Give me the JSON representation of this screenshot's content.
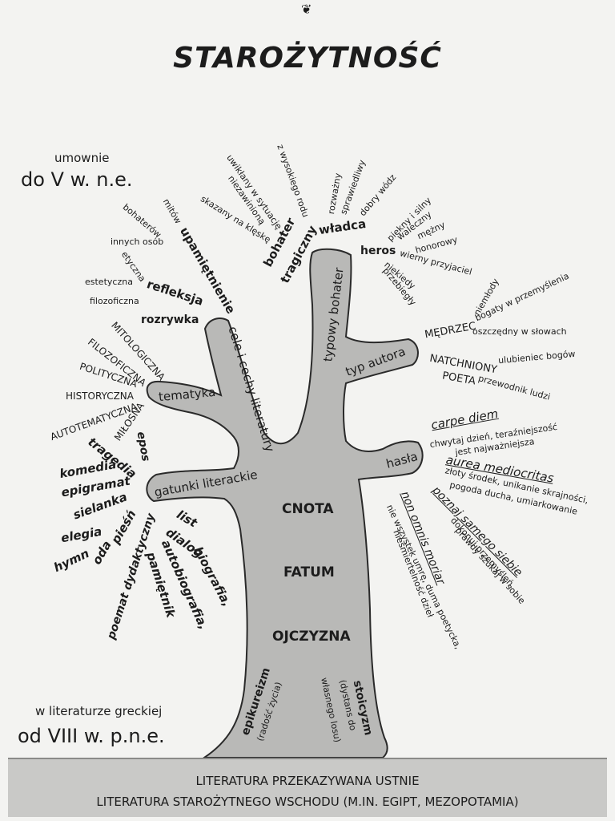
{
  "title": "STAROŻYTNOŚĆ",
  "era_top": {
    "small": "umownie",
    "big": "do V w. n.e."
  },
  "era_bottom": {
    "small": "w literaturze greckiej",
    "big": "od VIII w. p.n.e."
  },
  "trunk": [
    "CNOTA",
    "FATUM",
    "OJCZYZNA"
  ],
  "roots": {
    "epikureizm": "epikureizm",
    "epikureizm_note": "(radość życia)",
    "stoicyzm": "stoicyzm",
    "stoicyzm_note": "(dystans do",
    "stoicyzm_note2": "własnego losu)"
  },
  "branches": {
    "cele": "cele i cechy literatury",
    "typowy": "typowy bohater",
    "typ_autora": "typ autora",
    "tematyka": "tematyka",
    "gatunki": "gatunki literackie",
    "hasla": "hasła"
  },
  "cele_items": {
    "upamietnienie": "upamiętnienie",
    "mitow": "mitów",
    "bohaterow": "bohaterów",
    "innych_osob": "innych osób",
    "refleksja": "refleksja",
    "etyczna": "etyczna",
    "estetyczna": "estetyczna",
    "filozoficzna": "filozoficzna",
    "rozrywka": "rozrywka"
  },
  "bohater_items": {
    "bohater_tragiczny": "bohater",
    "tragiczny": "tragiczny",
    "z_wysokiego_rodu": "z wysokiego rodu",
    "uwiklany": "uwikłany w sytuację",
    "niezawiniona": "niezawinioną",
    "skazany": "skazany na klęskę",
    "wladca": "władca",
    "rozwazny": "rozważny",
    "sprawiedliwy": "sprawiedliwy",
    "dobry_wodz": "dobry wódz",
    "heros": "heros",
    "piekny": "piękny i silny",
    "waleczny": "waleczny",
    "mezny": "mężny",
    "honorowy": "honorowy",
    "wierny": "wierny przyjaciel",
    "niekiedy": "niekiedy",
    "przebiegly": "przebiegły"
  },
  "autor_items": {
    "medrzec": "MĘDRZEC",
    "niemlody": "niemłody",
    "bogaty": "bogaty w przemyślenia",
    "oszczedny": "oszczędny w słowach",
    "natchniony": "NATCHNIONY",
    "poeta": "POETA",
    "ulubieniec": "ulubieniec bogów",
    "przewodnik": "przewodnik ludzi"
  },
  "tematyka_items": {
    "mitologiczna": "MITOLOGICZNA",
    "filozoficzna": "FILOZOFICZNA",
    "polityczna": "POLITYCZNA",
    "historyczna": "HISTORYCZNA",
    "autotematyczna": "AUTOTEMATYCZNA",
    "milosna": "MIŁOSNA"
  },
  "gatunki_items": {
    "epos": "epos",
    "tragedia": "tragedia",
    "komedia": "komedia",
    "epigramat": "epigramat",
    "sielanka": "sielanka",
    "piesn": "pieśń",
    "elegia": "elegia",
    "hymn": "hymn",
    "oda": "oda",
    "poemat": "poemat dydaktyczny",
    "list": "list",
    "dialog": "dialog",
    "biografia": "biografia,",
    "autobiografia": "autobiografia,",
    "pamietnik": "pamiętnik"
  },
  "hasla_items": {
    "carpe": "carpe diem",
    "carpe_1": "chwytaj dzień, teraźniejszość",
    "carpe_2": "jest najważniejsza",
    "aurea": "aurea mediocritas",
    "aurea_1": "złoty środek, unikanie skrajności,",
    "aurea_2": "pogoda ducha, umiarkowanie",
    "poznaj": "poznaj samego siebie",
    "poznaj_1": "dokonuj przemyśleń,",
    "poznaj_2": "prawdy szukaj w sobie",
    "non_omnis": "non omnis moriar",
    "non_1": "nie wszystek umrę, duma poetycka,",
    "non_2": "nieśmiertelność dzieł"
  },
  "bottom": {
    "line1": "LITERATURA PRZEKAZYWANA USTNIE",
    "line2": "LITERATURA STAROŻYTNEGO WSCHODU (M.IN. EGIPT, MEZOPOTAMIA)"
  },
  "colors": {
    "tree": "#b9b9b7",
    "tree_outline": "#2a2a2a",
    "band": "#c9c9c7"
  }
}
